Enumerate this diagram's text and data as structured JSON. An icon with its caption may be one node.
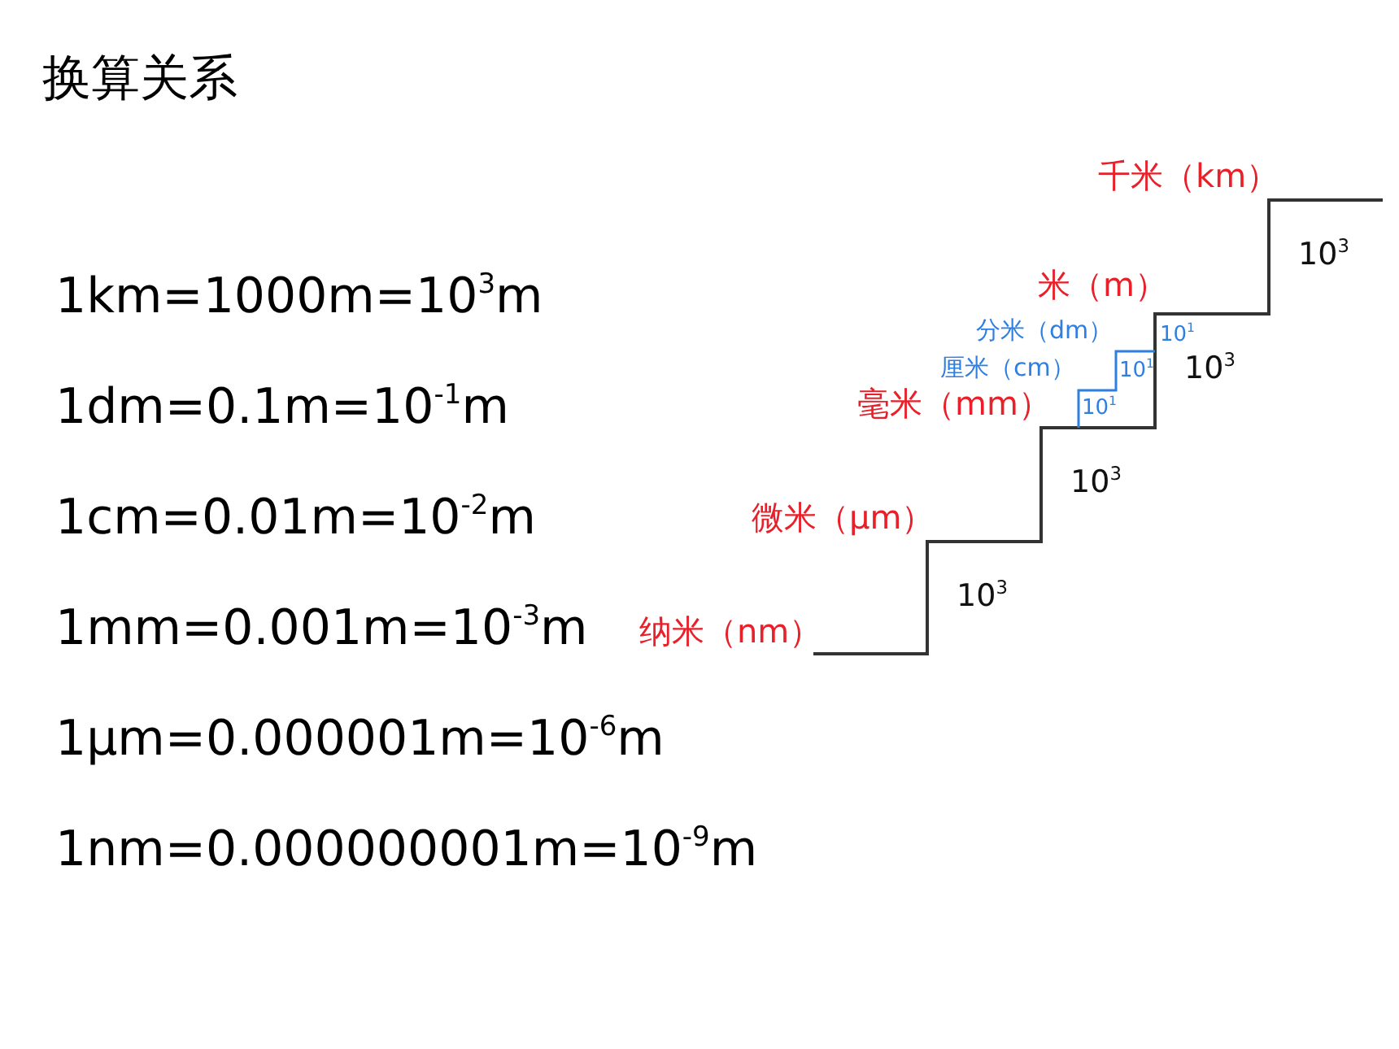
{
  "diagram": {
    "title": "换算关系",
    "labels": [
      "1km=1000m=10$^{3}$m",
      "1dm=0.1m=10$^{-1}$m",
      "1cm=0.01m=10$^{-2}$m",
      "1mm=0.001m=10$^{-3}$m",
      "1μm=0.000001m=10$^{-6}$m",
      "1nm=0.000000001m=10$^{-9}$m",
      "千米（km）",
      "10$^{3}$",
      "米（m）",
      "分米（dm）",
      "10$^{1}$",
      "厘米（cm）",
      "10$^{1}$",
      "10$^{3}$",
      "毫米（mm）",
      "10$^{1}$",
      "10$^{3}$",
      "微米（μm）",
      "10$^{3}$",
      "纳米（nm）"
    ]
  }
}
